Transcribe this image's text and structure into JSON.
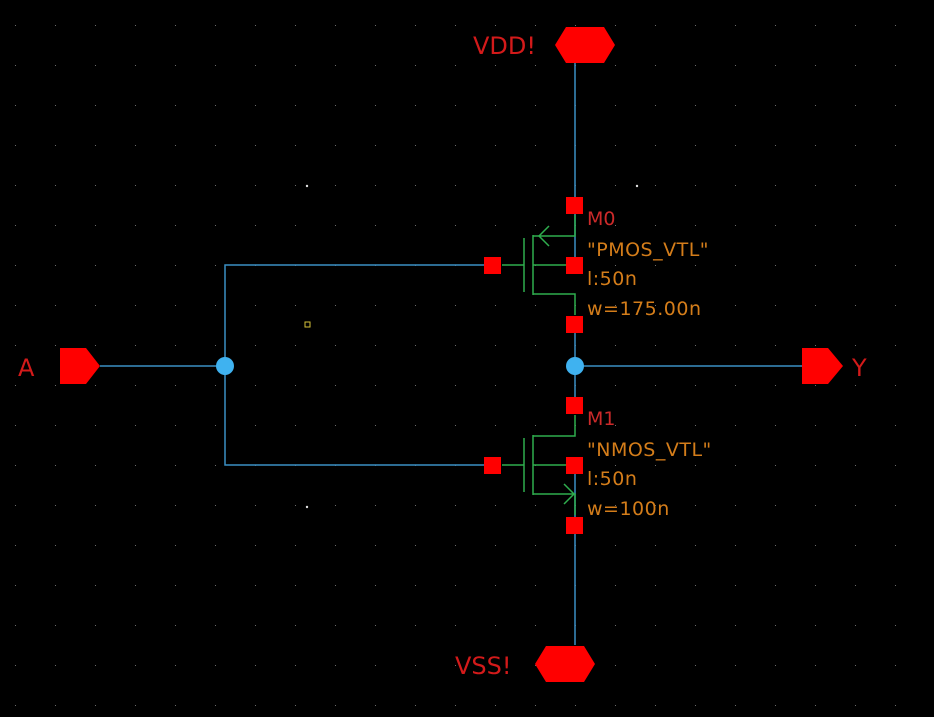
{
  "colors": {
    "background": "#000000",
    "grid": "#6a6a6a",
    "wire": "#3a8fc4",
    "net_dot": "#3fb2f0",
    "pin": "#ff0000",
    "pin_label": "#d31a1a",
    "device": "#2fae4e",
    "terminal": "#ff0000",
    "instance_label": "#cc2a2a",
    "property": "#d47d1a"
  },
  "pins": {
    "vdd": {
      "label": "VDD!",
      "direction": "inputOutput"
    },
    "vss": {
      "label": "VSS!",
      "direction": "inputOutput"
    },
    "a": {
      "label": "A",
      "direction": "input"
    },
    "y": {
      "label": "Y",
      "direction": "output"
    }
  },
  "devices": {
    "m0": {
      "instance": "M0",
      "cell": "\"PMOS_VTL\"",
      "length": "l:50n",
      "width": "w=175.00n"
    },
    "m1": {
      "instance": "M1",
      "cell": "\"NMOS_VTL\"",
      "length": "l:50n",
      "width": "w=100n"
    }
  }
}
